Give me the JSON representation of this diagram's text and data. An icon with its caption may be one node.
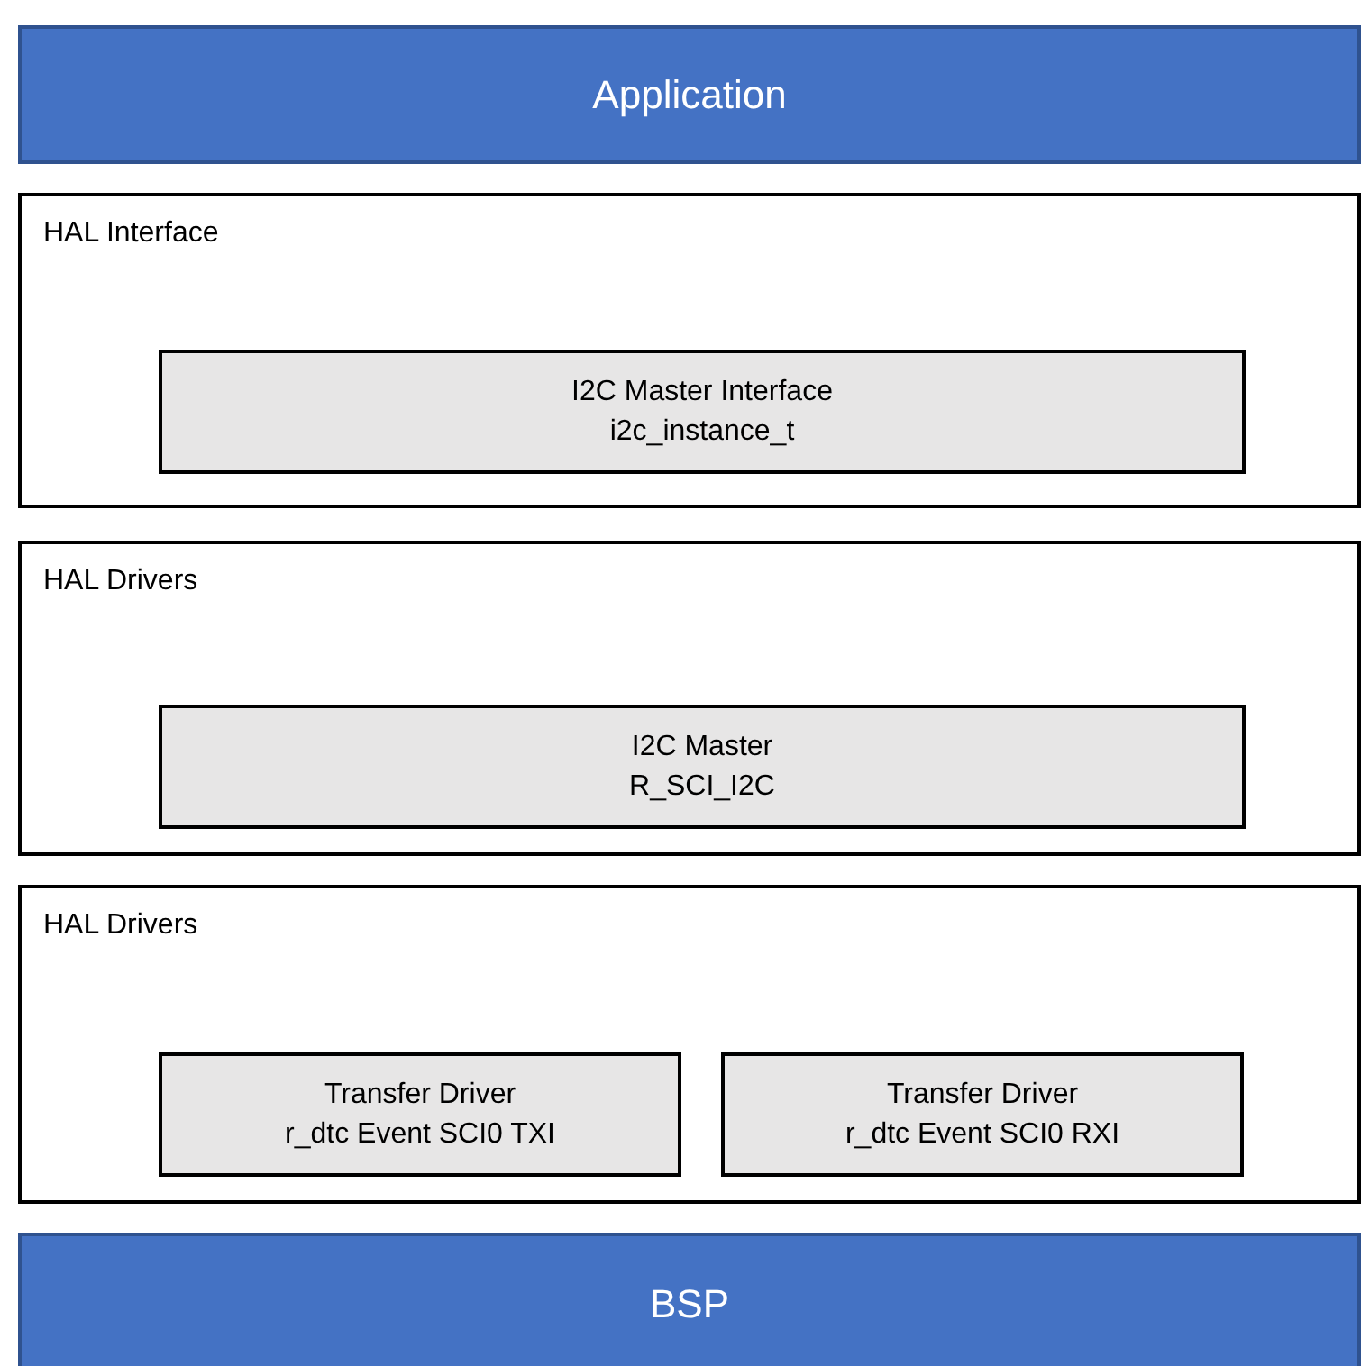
{
  "diagram": {
    "nodes": [
      {
        "text": [
          "Application"
        ]
      },
      {
        "text": [
          "HAL Interface"
        ]
      },
      {
        "text": [
          "I2C Master Interface",
          "i2c_instance_t"
        ],
        "in": 1
      },
      {
        "text": [
          "HAL Drivers"
        ]
      },
      {
        "text": [
          "I2C Master",
          "R_SCI_I2C"
        ],
        "in": 3
      },
      {
        "text": [
          "HAL Drivers"
        ]
      },
      {
        "text": [
          "Transfer Driver",
          "r_dtc Event SCI0 TXI"
        ],
        "in": 5
      },
      {
        "text": [
          "Transfer Driver",
          "r_dtc Event SCI0 RXI"
        ],
        "in": 5
      },
      {
        "text": [
          "BSP"
        ]
      }
    ]
  }
}
